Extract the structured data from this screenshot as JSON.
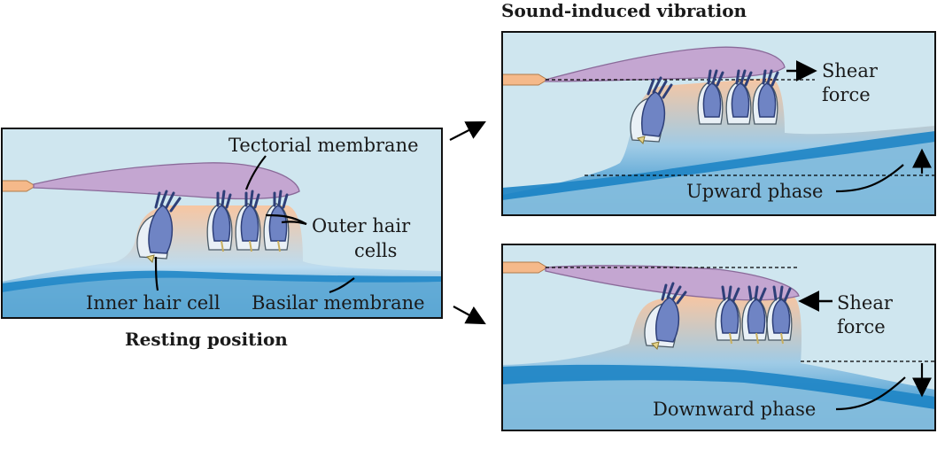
{
  "panels": {
    "resting": {
      "caption": "Resting position",
      "labels": {
        "tectorial": "Tectorial membrane",
        "outer_line1": "Outer hair",
        "outer_line2": "cells",
        "inner": "Inner hair cell",
        "basilar": "Basilar membrane"
      }
    },
    "upward": {
      "caption": "Sound-induced vibration",
      "labels": {
        "shear_line1": "Shear",
        "shear_line2": "force",
        "phase": "Upward phase"
      }
    },
    "downward": {
      "labels": {
        "shear_line1": "Shear",
        "shear_line2": "force",
        "phase": "Downward phase"
      }
    }
  },
  "colors": {
    "fluid": "#cfe6ef",
    "tectorial": "#c4a6d1",
    "organ": "#f7c6a2",
    "basilar": "#2288c8",
    "hair_cell": "#6f84c4",
    "frame": "#111111"
  }
}
